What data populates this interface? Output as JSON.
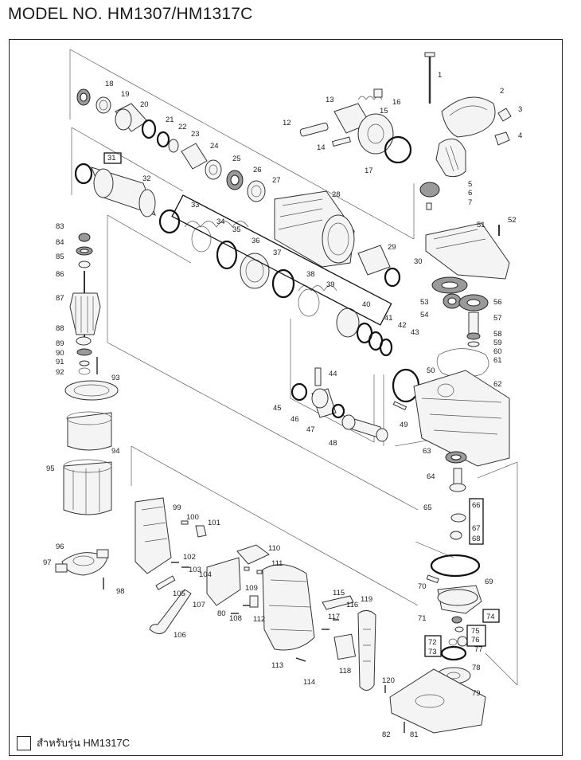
{
  "header": {
    "title": "MODEL NO. HM1307/HM1317C"
  },
  "legend": {
    "text": "สำหรับรุ่น HM1317C"
  },
  "part_numbers": [
    "1",
    "2",
    "3",
    "4",
    "5",
    "6",
    "7",
    "12",
    "13",
    "14",
    "15",
    "16",
    "17",
    "18",
    "19",
    "20",
    "21",
    "22",
    "23",
    "24",
    "25",
    "26",
    "27",
    "28",
    "29",
    "30",
    "31",
    "32",
    "33",
    "34",
    "35",
    "36",
    "37",
    "38",
    "39",
    "40",
    "41",
    "42",
    "43",
    "44",
    "45",
    "46",
    "47",
    "48",
    "49",
    "50",
    "51",
    "52",
    "53",
    "54",
    "56",
    "57",
    "58",
    "59",
    "60",
    "61",
    "62",
    "63",
    "64",
    "65",
    "66",
    "67",
    "68",
    "69",
    "70",
    "71",
    "72",
    "73",
    "74",
    "75",
    "76",
    "77",
    "78",
    "79",
    "80",
    "81",
    "82",
    "83",
    "84",
    "85",
    "86",
    "87",
    "88",
    "89",
    "90",
    "91",
    "92",
    "93",
    "94",
    "95",
    "96",
    "97",
    "98",
    "99",
    "100",
    "101",
    "102",
    "103",
    "104",
    "105",
    "106",
    "107",
    "108",
    "109",
    "110",
    "111",
    "112",
    "113",
    "114",
    "115",
    "116",
    "117",
    "118",
    "119",
    "120"
  ],
  "boxed_part_numbers": [
    "31",
    "66",
    "67",
    "68",
    "72",
    "73",
    "74",
    "75",
    "76"
  ],
  "icons": {
    "legend_marker": "empty-square-icon"
  }
}
